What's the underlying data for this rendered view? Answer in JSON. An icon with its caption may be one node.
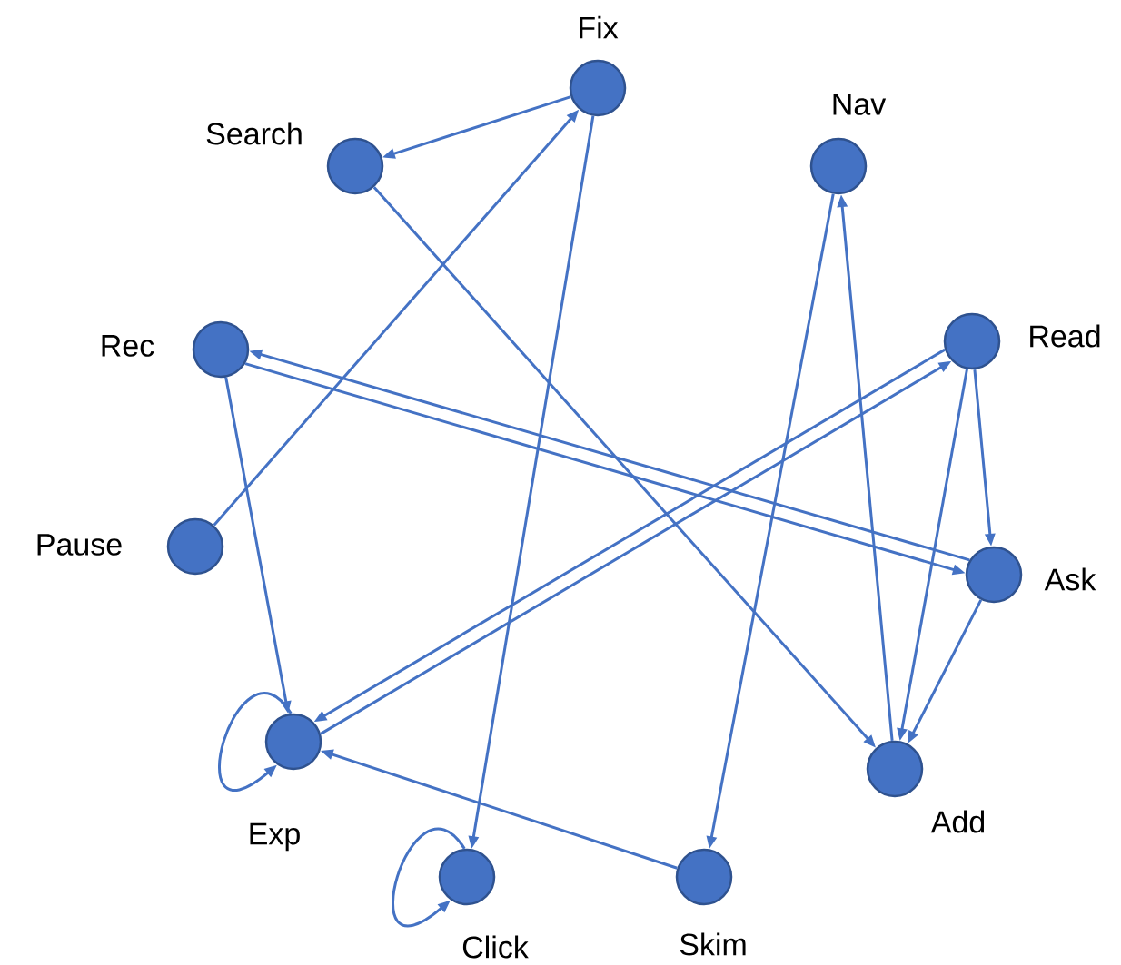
{
  "diagram": {
    "nodes": [
      {
        "text": [
          "Fix"
        ]
      },
      {
        "text": [
          "Search"
        ]
      },
      {
        "text": [
          "Nav"
        ]
      },
      {
        "text": [
          "Rec"
        ]
      },
      {
        "text": [
          "Read"
        ]
      },
      {
        "text": [
          "Pause"
        ]
      },
      {
        "text": [
          "Ask"
        ]
      },
      {
        "text": [
          "Exp"
        ]
      },
      {
        "text": [
          "Add"
        ]
      },
      {
        "text": [
          "Click"
        ]
      },
      {
        "text": [
          "Skim"
        ]
      }
    ],
    "edges": [
      {
        "from": 0,
        "to": 1,
        "arrow": "to"
      },
      {
        "from": 5,
        "to": 0,
        "arrow": "to"
      },
      {
        "from": 0,
        "to": 9,
        "arrow": "to"
      },
      {
        "from": 1,
        "to": 8,
        "arrow": "to"
      },
      {
        "from": 2,
        "to": 10,
        "arrow": "to"
      },
      {
        "from": 8,
        "to": 2,
        "arrow": "to"
      },
      {
        "from": 3,
        "to": 6,
        "arrow": "to"
      },
      {
        "from": 6,
        "to": 3,
        "arrow": "to"
      },
      {
        "from": 4,
        "to": 7,
        "arrow": "to"
      },
      {
        "from": 7,
        "to": 4,
        "arrow": "to"
      },
      {
        "from": 4,
        "to": 6,
        "arrow": "to"
      },
      {
        "from": 4,
        "to": 8,
        "arrow": "to"
      },
      {
        "from": 6,
        "to": 8,
        "arrow": "to"
      },
      {
        "from": 3,
        "to": 7,
        "arrow": "to"
      },
      {
        "from": 10,
        "to": 7,
        "arrow": "to"
      },
      {
        "from": 7,
        "to": 7,
        "arrow": "to"
      },
      {
        "from": 9,
        "to": 9,
        "arrow": "to"
      }
    ]
  }
}
